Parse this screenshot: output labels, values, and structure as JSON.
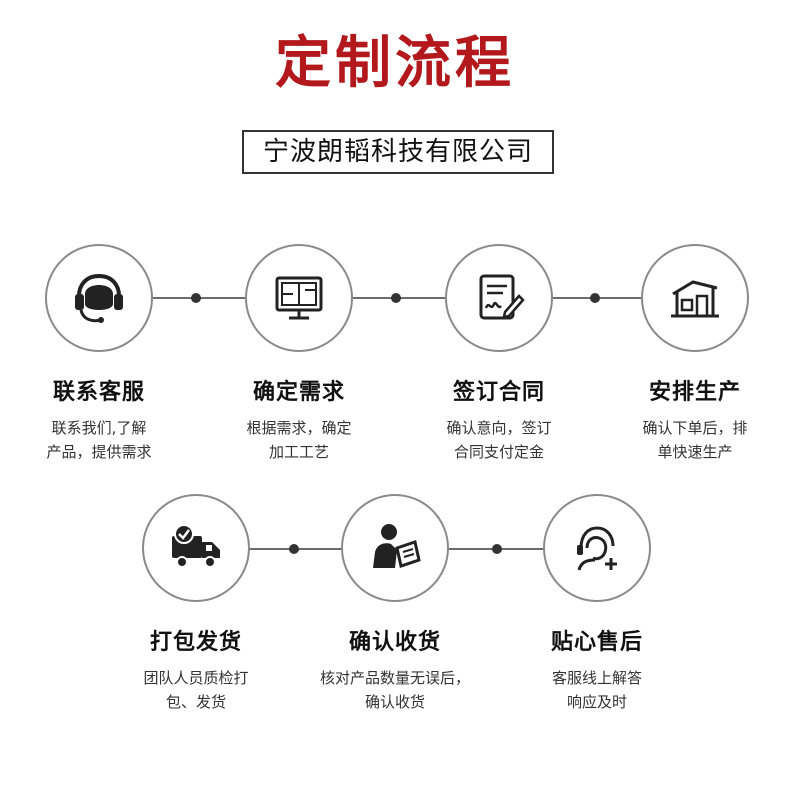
{
  "title": "定制流程",
  "company": "宁波朗韬科技有限公司",
  "steps": [
    {
      "title": "联系客服",
      "desc1": "联系我们,了解",
      "desc2": "产品，提供需求",
      "icon": "headset-icon"
    },
    {
      "title": "确定需求",
      "desc1": "根据需求，确定",
      "desc2": "加工工艺",
      "icon": "monitor-blueprint-icon"
    },
    {
      "title": "签订合同",
      "desc1": "确认意向，签订",
      "desc2": "合同支付定金",
      "icon": "contract-sign-icon"
    },
    {
      "title": "安排生产",
      "desc1": "确认下单后，排",
      "desc2": "单快速生产",
      "icon": "factory-icon"
    },
    {
      "title": "打包发货",
      "desc1": "团队人员质检打",
      "desc2": "包、发货",
      "icon": "delivery-truck-icon"
    },
    {
      "title": "确认收货",
      "desc1": "核对产品数量无误后，",
      "desc2": "确认收货",
      "icon": "person-tablet-icon"
    },
    {
      "title": "贴心售后",
      "desc1": "客服线上解答",
      "desc2": "响应及时",
      "icon": "customer-service-icon"
    }
  ]
}
